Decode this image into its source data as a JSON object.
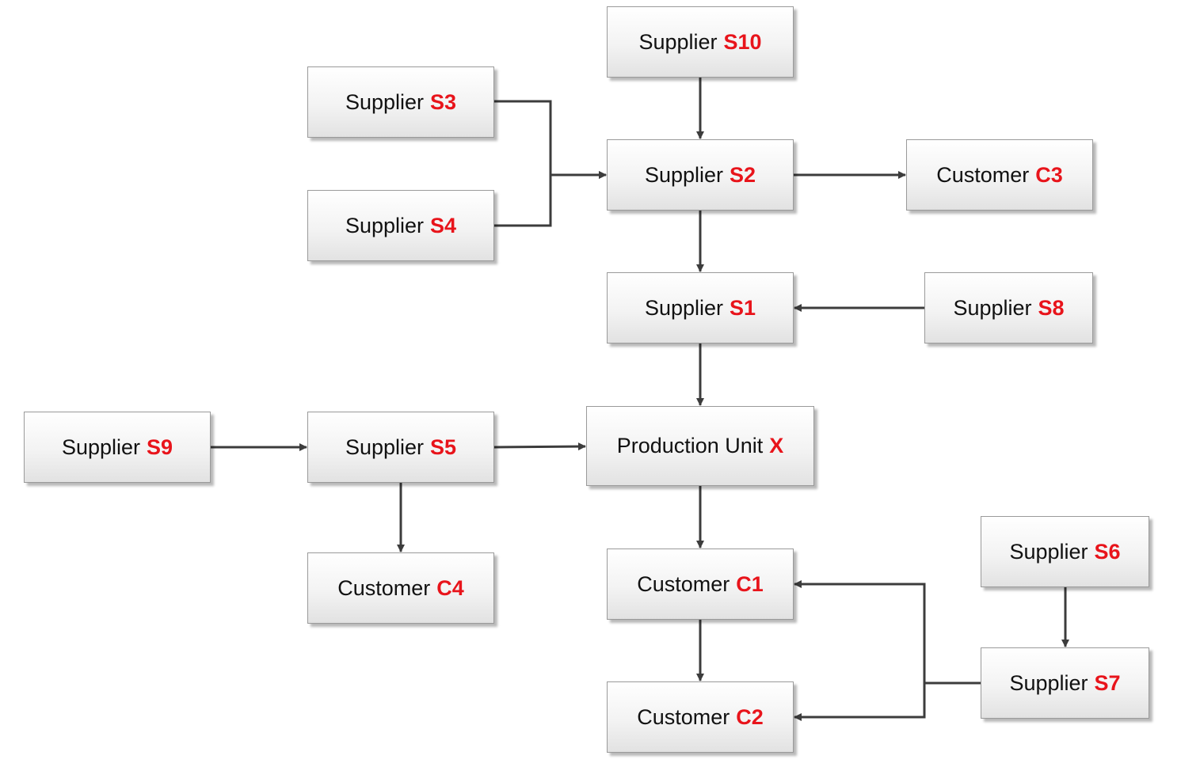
{
  "accent_color": "#e8141b",
  "line_color": "#3c3c3c",
  "nodes": {
    "s10": {
      "kind": "Supplier",
      "code": "S10"
    },
    "s3": {
      "kind": "Supplier",
      "code": "S3"
    },
    "s4": {
      "kind": "Supplier",
      "code": "S4"
    },
    "s2": {
      "kind": "Supplier",
      "code": "S2"
    },
    "c3": {
      "kind": "Customer",
      "code": "C3"
    },
    "s1": {
      "kind": "Supplier",
      "code": "S1"
    },
    "s8": {
      "kind": "Supplier",
      "code": "S8"
    },
    "s9": {
      "kind": "Supplier",
      "code": "S9"
    },
    "s5": {
      "kind": "Supplier",
      "code": "S5"
    },
    "x": {
      "kind": "Production Unit",
      "code": "X"
    },
    "c4": {
      "kind": "Customer",
      "code": "C4"
    },
    "c1": {
      "kind": "Customer",
      "code": "C1"
    },
    "s6": {
      "kind": "Supplier",
      "code": "S6"
    },
    "s7": {
      "kind": "Supplier",
      "code": "S7"
    },
    "c2": {
      "kind": "Customer",
      "code": "C2"
    }
  },
  "edges": [
    {
      "from": "s10",
      "to": "s2"
    },
    {
      "from": "s3",
      "to": "s2"
    },
    {
      "from": "s4",
      "to": "s2"
    },
    {
      "from": "s2",
      "to": "c3"
    },
    {
      "from": "s2",
      "to": "s1"
    },
    {
      "from": "s8",
      "to": "s1"
    },
    {
      "from": "s1",
      "to": "x"
    },
    {
      "from": "s9",
      "to": "s5"
    },
    {
      "from": "s5",
      "to": "x"
    },
    {
      "from": "s5",
      "to": "c4"
    },
    {
      "from": "x",
      "to": "c1"
    },
    {
      "from": "c1",
      "to": "c2"
    },
    {
      "from": "s6",
      "to": "s7"
    },
    {
      "from": "s7",
      "to": "c1"
    },
    {
      "from": "s7",
      "to": "c2"
    }
  ]
}
